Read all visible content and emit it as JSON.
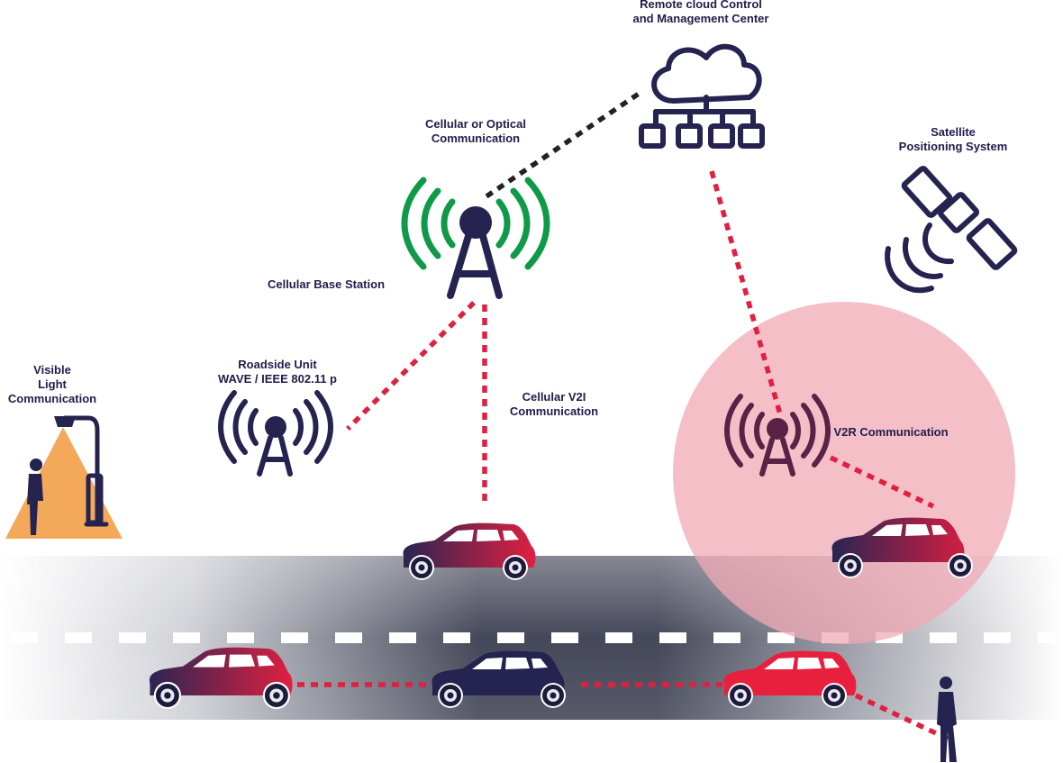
{
  "labels": {
    "remote_cloud": [
      "Remote cloud Control",
      "and Management Center"
    ],
    "cellular_optical": [
      "Cellular or Optical",
      "Communication"
    ],
    "satellite": [
      "Satellite",
      "Positioning System"
    ],
    "cellular_base": "Cellular Base Station",
    "roadside_unit": [
      "Roadside Unit",
      "WAVE / IEEE 802.11 p"
    ],
    "visible_light": [
      "Visible",
      "Light",
      "Communication"
    ],
    "cellular_v2i": [
      "Cellular V2I",
      "Communication"
    ],
    "v2r": "V2R Communication"
  },
  "colors": {
    "navy": "#25234f",
    "green": "#0e9a48",
    "red": "#e02040",
    "zone_pink": "#f1aab5",
    "light_cone": "#f4a95a",
    "road_dark": "#434659",
    "black_link": "#222222"
  },
  "icons": [
    "cloud-network-icon",
    "satellite-icon",
    "cell-tower-icon",
    "roadside-unit-icon",
    "street-lamp-icon",
    "pedestrian-icon",
    "car-icon"
  ]
}
